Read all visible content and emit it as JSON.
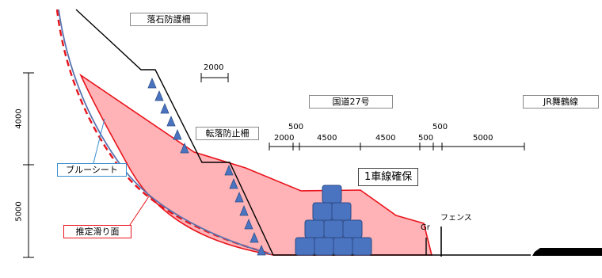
{
  "labels": {
    "rockfall_fence": "落石防護柵",
    "fall_prevention_fence": "転落防止柵",
    "route27": "国道27号",
    "jr_line": "JR舞鶴線",
    "blue_sheet": "ブルーシート",
    "slip_surface": "推定滑り面",
    "one_lane": "1車線確保",
    "gr": "Gr",
    "fence": "フェンス"
  },
  "dimensions": {
    "scale": "2000",
    "d1": "2000",
    "d2": "500",
    "d3": "4500",
    "d4": "4500",
    "d5": "500",
    "d6": "500",
    "d7": "5000"
  },
  "vertical_dims": {
    "upper": "4000",
    "lower": "5000"
  },
  "colors": {
    "slide_fill": "#ffb3b6",
    "slide_outline": "#e8141c",
    "slope_line": "#5a74b0",
    "sandbag": "#4a74c0",
    "triangle": "#4a74c0"
  }
}
